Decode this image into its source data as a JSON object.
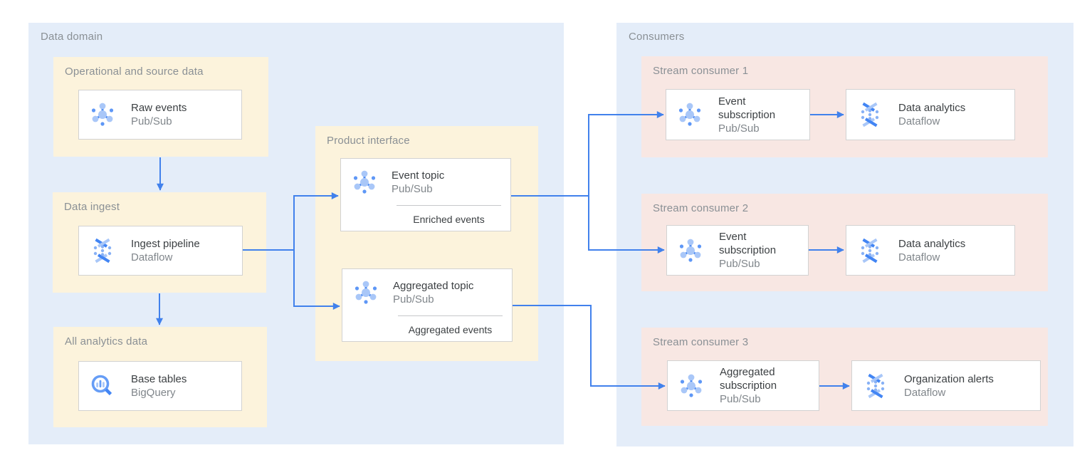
{
  "colors": {
    "zone_blue": "#E4EDF9",
    "zone_yellow": "#FCF3DC",
    "zone_pink": "#F8E7E3",
    "card_bg": "#FFFFFF",
    "card_border": "#D2D2D2",
    "arrow_blue": "#4181EC",
    "icon_blue": "#4285F4",
    "icon_light_blue": "#A9C7F8",
    "label_gray": "#8A9095",
    "title_text": "#3C4043",
    "subtitle_gray": "#80868B"
  },
  "icons": {
    "pubsub": "pubsub-icon",
    "dataflow": "dataflow-icon",
    "bigquery": "bigquery-icon"
  },
  "data_domain": {
    "label": "Data domain",
    "operational": {
      "label": "Operational and source data",
      "card": {
        "title": "Raw events",
        "subtitle": "Pub/Sub"
      }
    },
    "ingest": {
      "label": "Data ingest",
      "card": {
        "title": "Ingest pipeline",
        "subtitle": "Dataflow"
      }
    },
    "analytics": {
      "label": "All analytics data",
      "card": {
        "title": "Base tables",
        "subtitle": "BigQuery"
      }
    },
    "product_interface": {
      "label": "Product interface",
      "event_topic": {
        "title": "Event topic",
        "subtitle": "Pub/Sub",
        "tag": "Enriched events"
      },
      "aggregated_topic": {
        "title": "Aggregated topic",
        "subtitle": "Pub/Sub",
        "tag": "Aggregated events"
      }
    }
  },
  "consumers": {
    "label": "Consumers",
    "stream1": {
      "label": "Stream consumer 1",
      "subscription": {
        "title": "Event subscription",
        "subtitle": "Pub/Sub"
      },
      "processor": {
        "title": "Data analytics",
        "subtitle": "Dataflow"
      }
    },
    "stream2": {
      "label": "Stream consumer 2",
      "subscription": {
        "title": "Event subscription",
        "subtitle": "Pub/Sub"
      },
      "processor": {
        "title": "Data analytics",
        "subtitle": "Dataflow"
      }
    },
    "stream3": {
      "label": "Stream consumer 3",
      "subscription": {
        "title": "Aggregated subscription",
        "subtitle": "Pub/Sub"
      },
      "processor": {
        "title": "Organization alerts",
        "subtitle": "Dataflow"
      }
    }
  }
}
